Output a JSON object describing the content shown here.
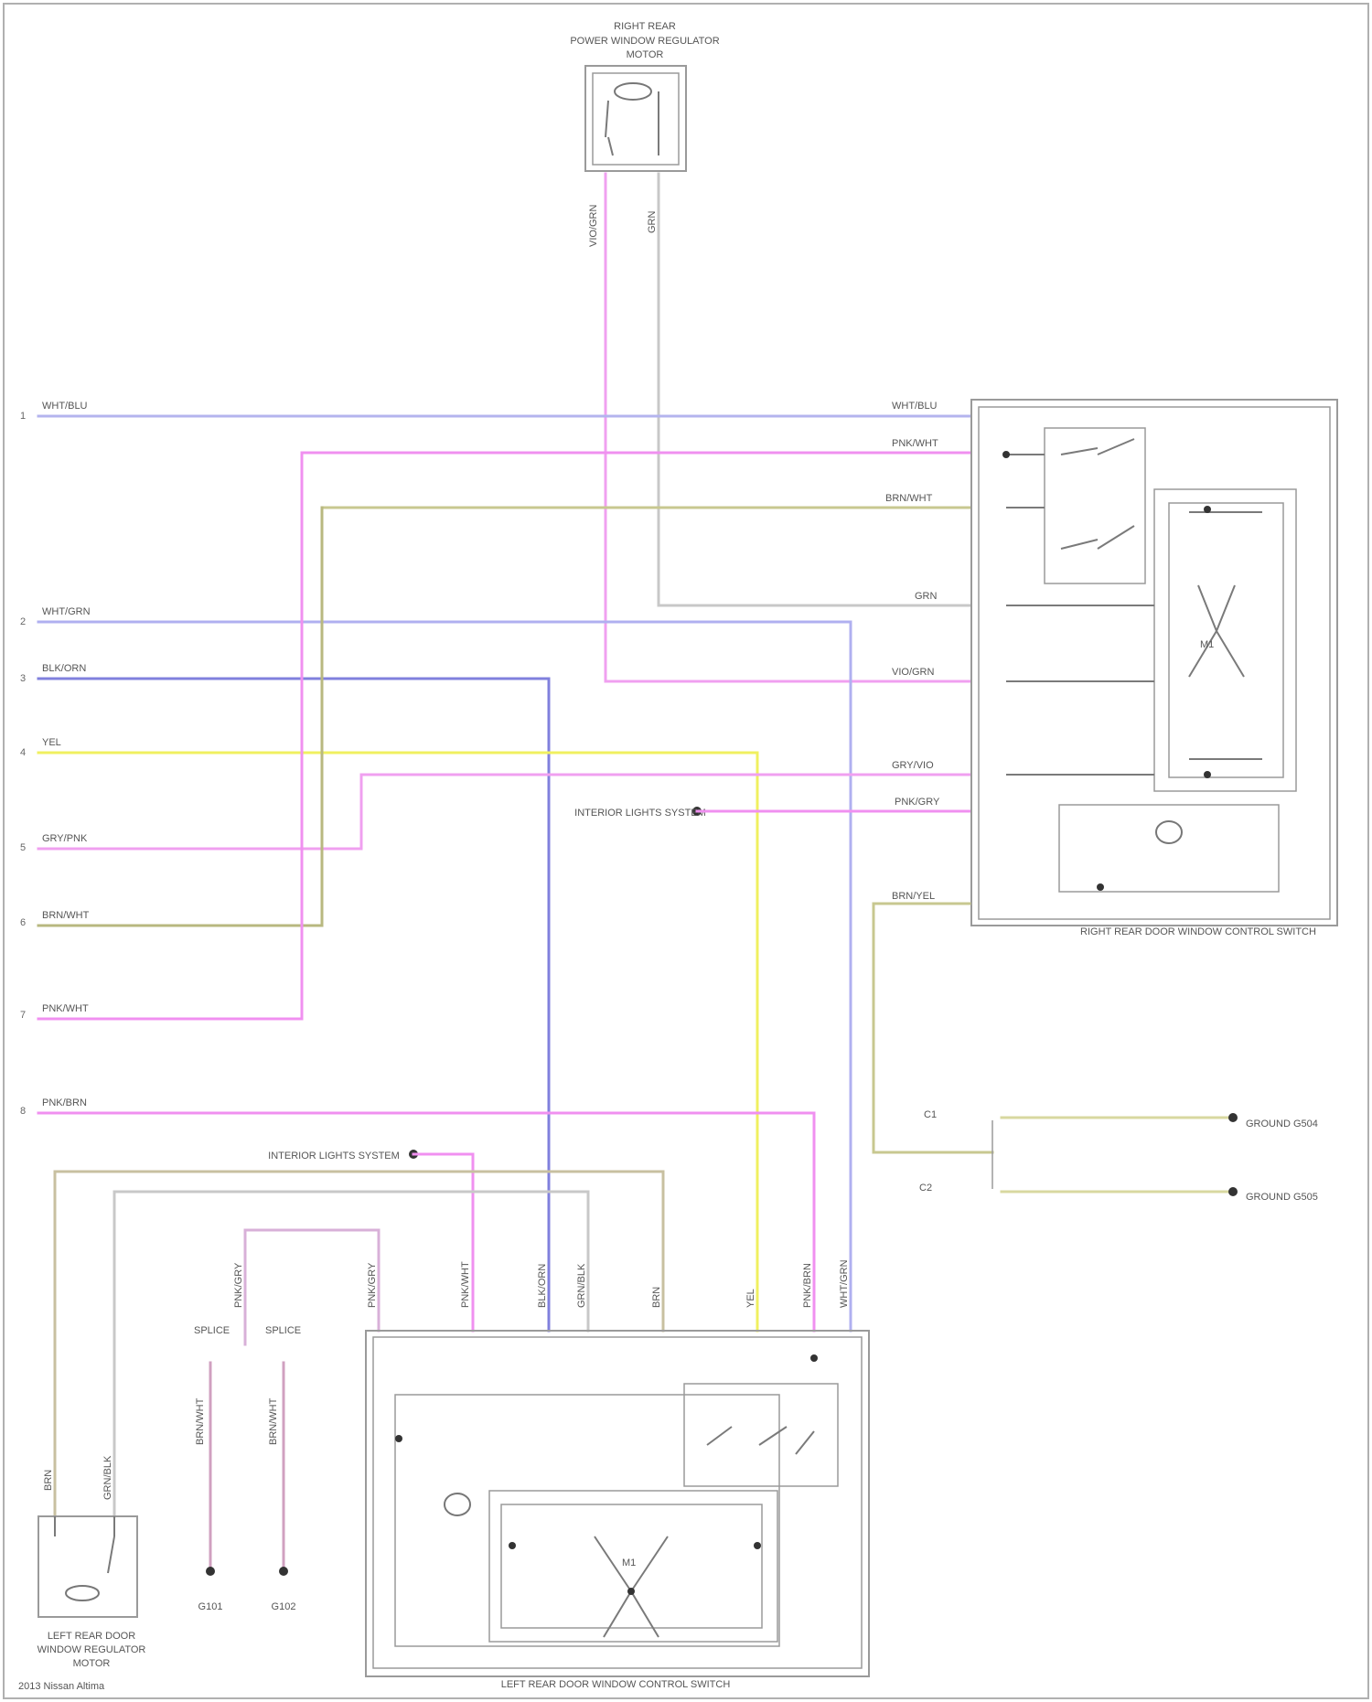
{
  "diagram": {
    "components": {
      "top_switch": {
        "title_line1": "RIGHT REAR",
        "title_line2": "POWER WINDOW REGULATOR",
        "title_line3": "MOTOR"
      },
      "right_switch": {
        "title": "RIGHT REAR DOOR WINDOW CONTROL SWITCH"
      },
      "left_switch": {
        "title": "LEFT REAR DOOR WINDOW CONTROL SWITCH"
      },
      "left_motor": {
        "title_line1": "LEFT REAR DOOR",
        "title_line2": "WINDOW REGULATOR",
        "title_line3": "MOTOR"
      }
    },
    "left_terminals": [
      "1",
      "2",
      "3",
      "4",
      "5",
      "6",
      "7",
      "8"
    ],
    "wire_labels": {
      "w1": "WHT/BLU",
      "w2": "WHT/GRN",
      "w3": "BLK/ORN",
      "w4": "YEL",
      "w5": "GRY/PNK",
      "w6": "BRN/WHT",
      "w7": "PNK/WHT",
      "w8": "PNK/BRN",
      "r1": "WHT/BLU",
      "r2": "PNK/WHT",
      "r3": "BRN/WHT",
      "r4": "GRN",
      "r5": "VIO/GRN",
      "r6": "GRY/VIO",
      "r7": "PNK/GRY",
      "r8": "BRN/YEL",
      "t1": "VIO/GRN",
      "t2": "GRN"
    },
    "notes": {
      "interior_light_right": "INTERIOR LIGHTS SYSTEM",
      "interior_light_left": "INTERIOR LIGHTS SYSTEM",
      "ground_a": "GROUND G504",
      "ground_b": "GROUND G505"
    },
    "footer": "2013 Nissan Altima"
  }
}
